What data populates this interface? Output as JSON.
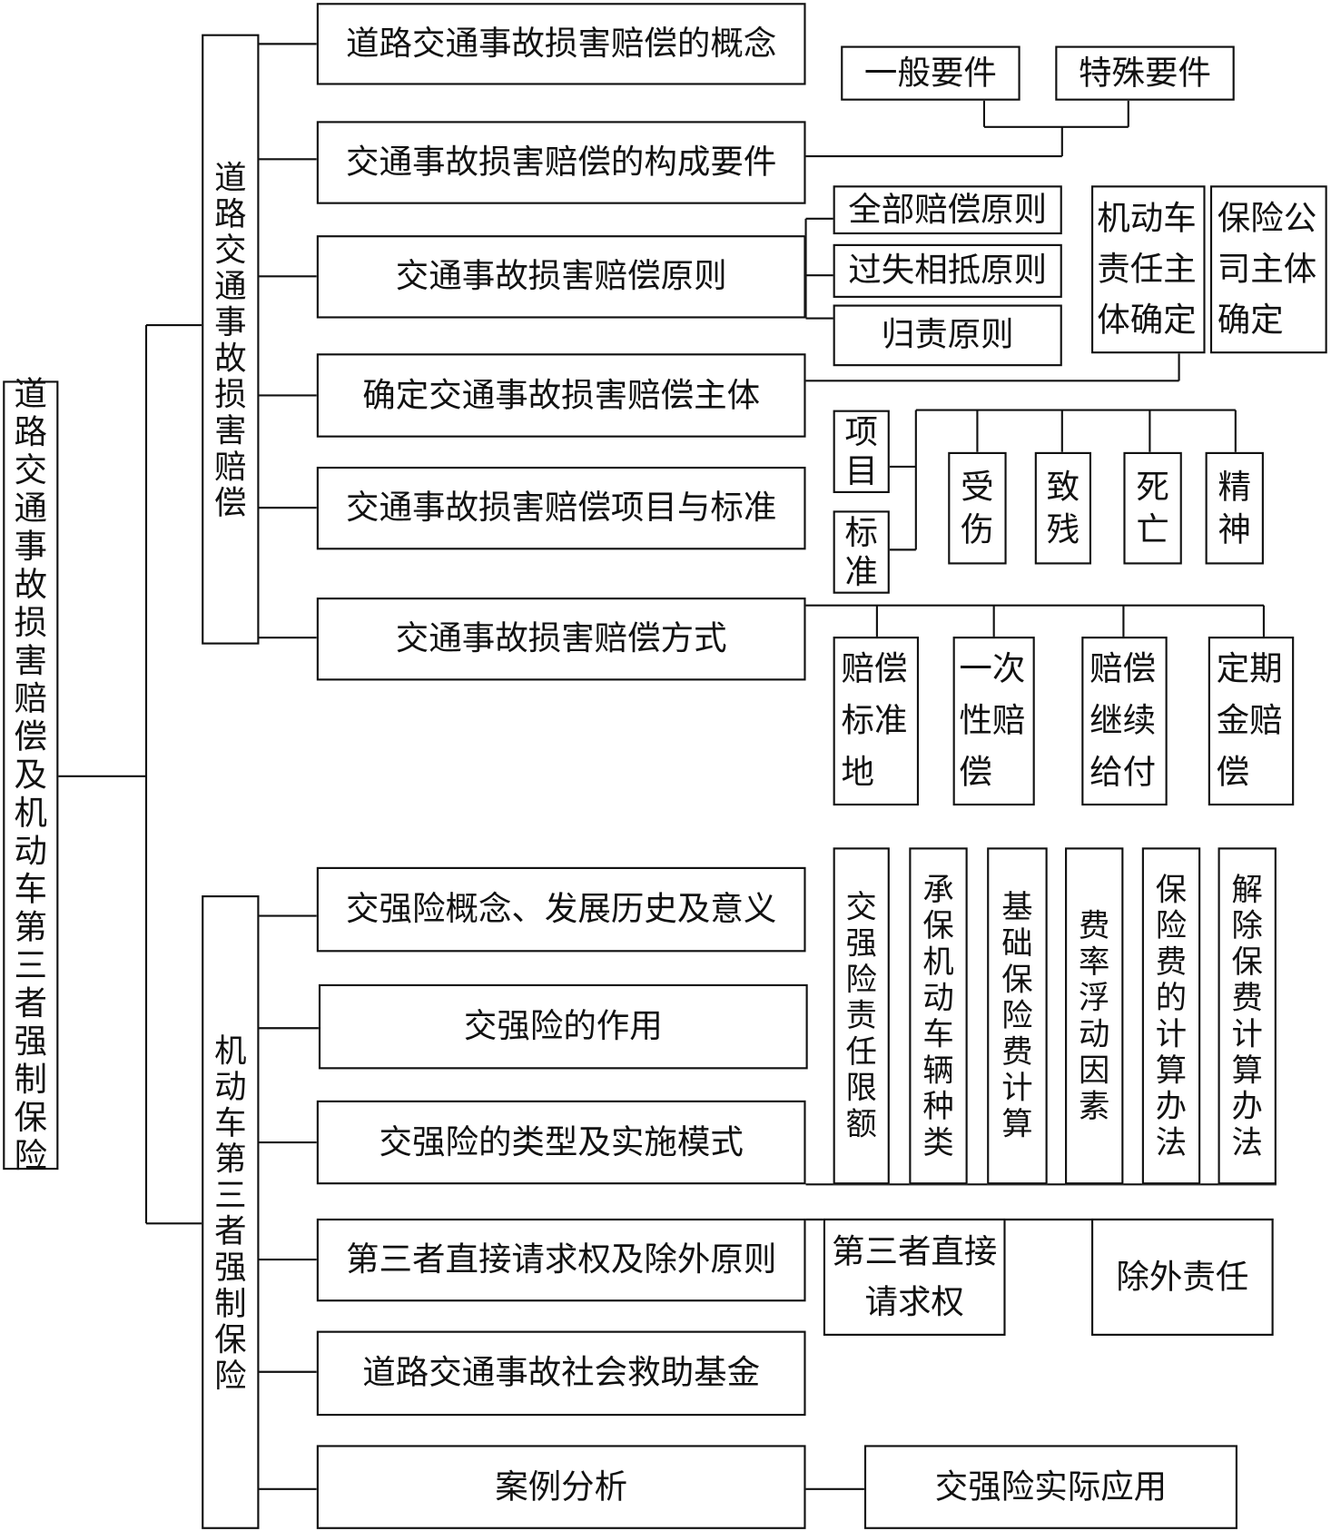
{
  "root": {
    "label": "道路交通事故损害赔偿及机动车第三者强制保险"
  },
  "branches": [
    {
      "label": "道路交通事故损害赔偿",
      "topics": [
        {
          "label": "道路交通事故损害赔偿的概念"
        },
        {
          "label": "交通事故损害赔偿的构成要件",
          "details": [
            "一般要件",
            "特殊要件"
          ]
        },
        {
          "label": "交通事故损害赔偿原则",
          "details": [
            "全部赔偿原则",
            "过失相抵原则",
            "归责原则"
          ]
        },
        {
          "label": "确定交通事故损害赔偿主体",
          "details": [
            "机动车责任主体确定",
            "保险公司主体确定"
          ]
        },
        {
          "label": "交通事故损害赔偿项目与标准",
          "details": [
            "项目",
            "标准"
          ],
          "items": [
            "受伤",
            "致残",
            "死亡",
            "精神"
          ]
        },
        {
          "label": "交通事故损害赔偿方式",
          "details": [
            "赔偿标准地",
            "一次性赔偿",
            "赔偿继续给付",
            "定期金赔偿"
          ]
        }
      ]
    },
    {
      "label": "机动车第三者强制保险",
      "topics": [
        {
          "label": "交强险概念、发展历史及意义"
        },
        {
          "label": "交强险的作用"
        },
        {
          "label": "交强险的类型及实施模式",
          "details": [
            "交强险责任限额",
            "承保机动车辆种类",
            "基础保险费计算",
            "费率浮动因素",
            "保险费的计算办法",
            "解除保费计算办法"
          ]
        },
        {
          "label": "第三者直接请求权及除外原则",
          "details": [
            "第三者直接请求权",
            "除外责任"
          ]
        },
        {
          "label": "道路交通事故社会救助基金"
        },
        {
          "label": "案例分析",
          "details": [
            "交强险实际应用"
          ]
        }
      ]
    }
  ]
}
